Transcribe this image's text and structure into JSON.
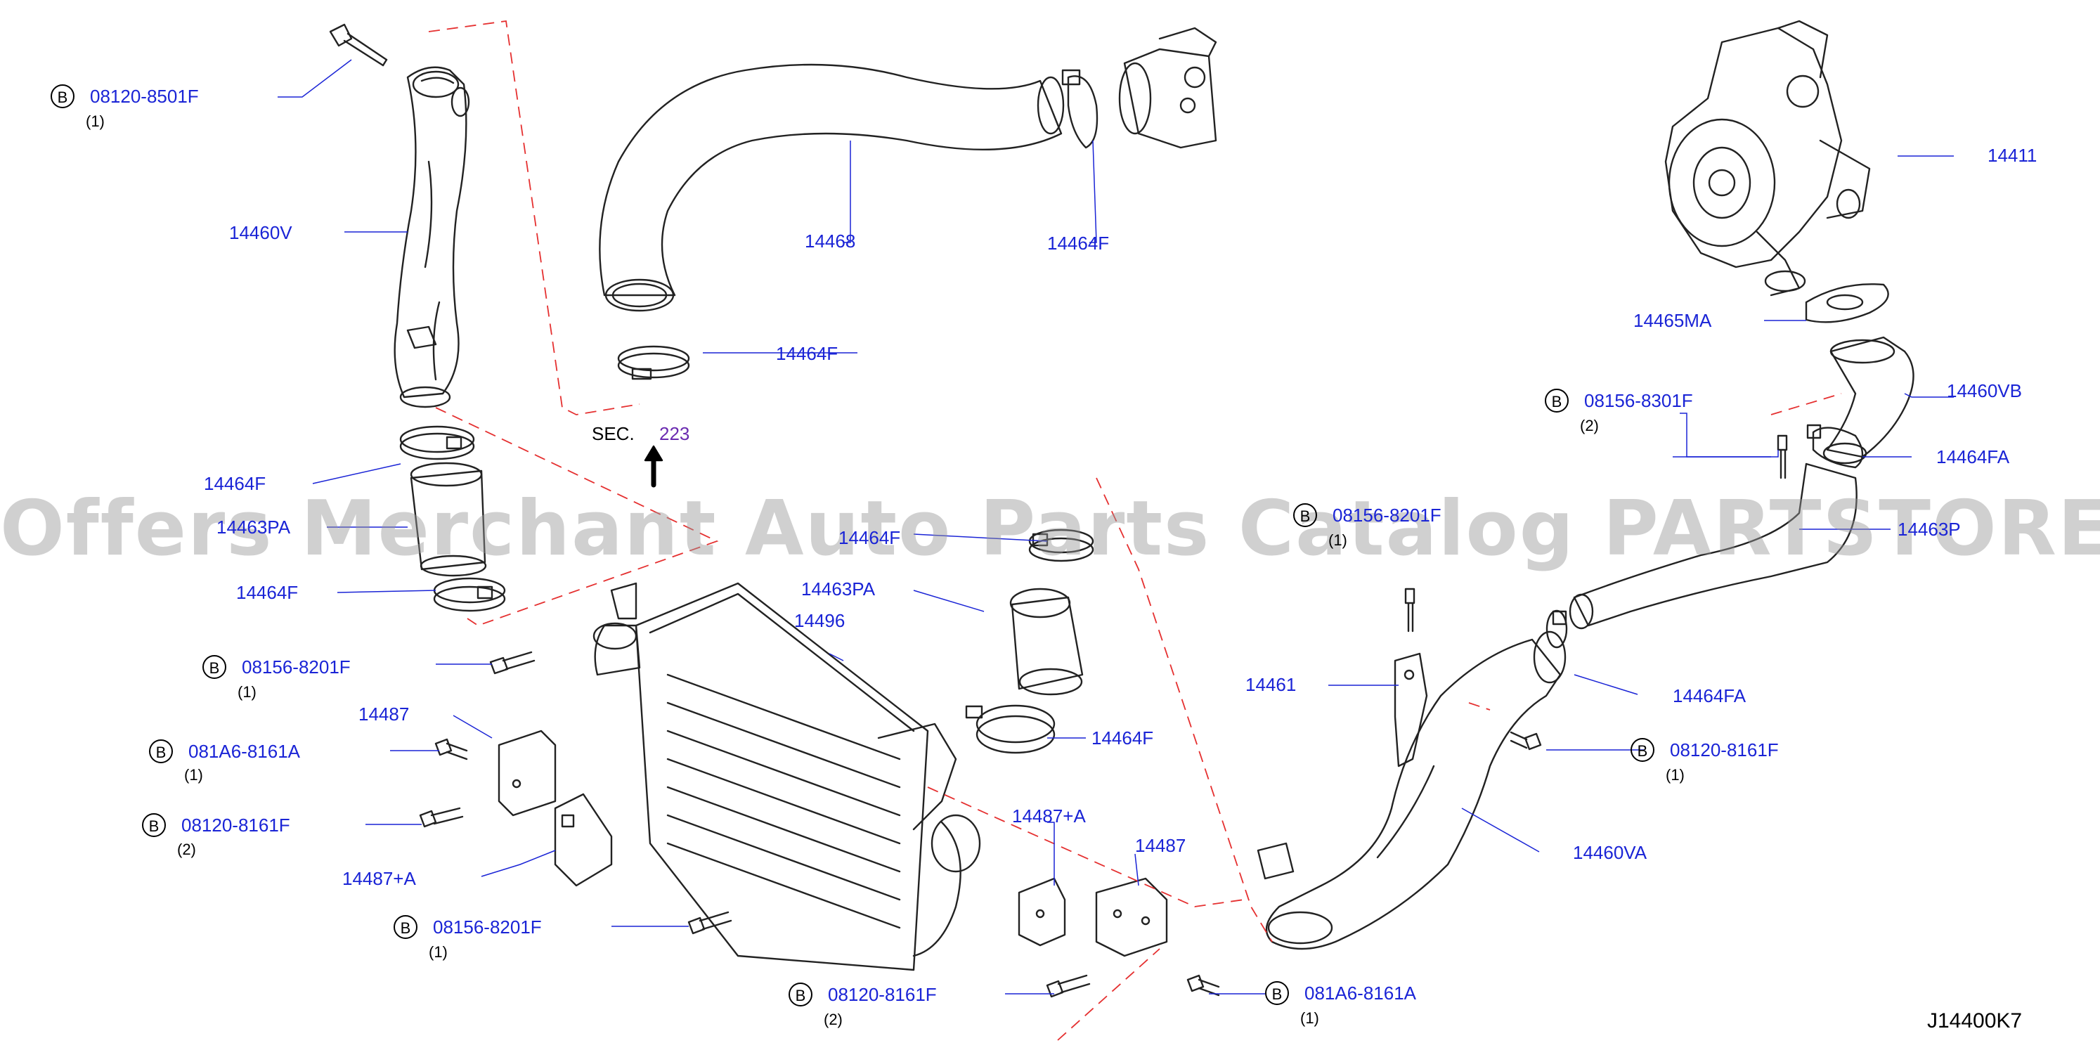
{
  "diagram_id": "J14400K7",
  "watermark": "Offers Merchant Auto Parts Catalog PARTSTORE.SA",
  "section_ref": {
    "prefix": "SEC.",
    "number": "223"
  },
  "bolt_badge": "B",
  "parts": {
    "p14460V": "14460V",
    "p14468": "14468",
    "p14464F_top": "14464F",
    "p14464F_hose": "14464F",
    "p14411": "14411",
    "p14465MA": "14465MA",
    "p14460VB": "14460VB",
    "p14464FA_top": "14464FA",
    "p14464F_left1": "14464F",
    "p14463PA_left": "14463PA",
    "p14464F_left2": "14464F",
    "p14464F_mid": "14464F",
    "p14463PA_mid": "14463PA",
    "p14496": "14496",
    "p14464F_mid2": "14464F",
    "p14463P": "14463P",
    "p14461": "14461",
    "p14464FA_mid": "14464FA",
    "p14487_left": "14487",
    "p14487A_left": "14487+A",
    "p14487A_mid": "14487+A",
    "p14487_mid": "14487",
    "p14460VA": "14460VA"
  },
  "bolts": [
    {
      "code": "08120-8501F",
      "qty": "(1)"
    },
    {
      "code": "08156-8301F",
      "qty": "(2)"
    },
    {
      "code": "08156-8201F",
      "qty": "(1)"
    },
    {
      "code": "08156-8201F",
      "qty": "(1)"
    },
    {
      "code": "081A6-8161A",
      "qty": "(1)"
    },
    {
      "code": "08120-8161F",
      "qty": "(2)"
    },
    {
      "code": "08120-8161F",
      "qty": "(1)"
    },
    {
      "code": "08156-8201F",
      "qty": "(1)"
    },
    {
      "code": "08120-8161F",
      "qty": "(2)"
    },
    {
      "code": "081A6-8161A",
      "qty": "(1)"
    }
  ]
}
